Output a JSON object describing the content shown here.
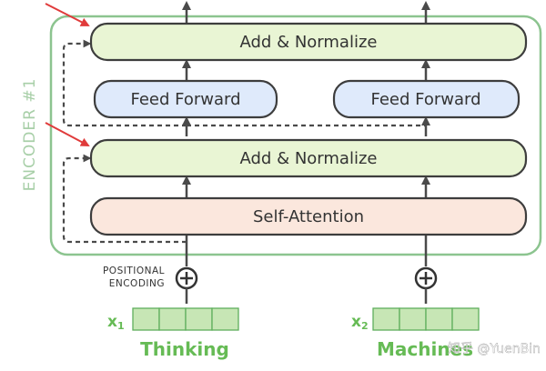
{
  "encoder": {
    "title": "ENCODER #1",
    "layers": {
      "add_norm_top": "Add & Normalize",
      "feed_forward_left": "Feed Forward",
      "feed_forward_right": "Feed Forward",
      "add_norm_bottom": "Add & Normalize",
      "self_attention": "Self-Attention"
    }
  },
  "positional_encoding": {
    "line1": "POSITIONAL",
    "line2": "ENCODING"
  },
  "inputs": [
    {
      "label_main": "x",
      "label_sub": "1",
      "word": "Thinking",
      "cells": 4
    },
    {
      "label_main": "x",
      "label_sub": "2",
      "word": "Machines",
      "cells": 4
    }
  ],
  "watermark": "知乎 @YuenBin",
  "colors": {
    "encoder_border": "#8cc48f",
    "encoder_title": "#a8cfa8",
    "add_norm_fill": "#e9f5d4",
    "feed_forward_fill": "#dfeafb",
    "self_attention_fill": "#fbe7dd",
    "box_stroke": "#3d3d3d",
    "arrow": "#4a4a4a",
    "red_arrow": "#e03b3b",
    "input_cells": "#c7e6b5",
    "input_cell_stroke": "#5fae5c",
    "word": "#66bb55"
  }
}
